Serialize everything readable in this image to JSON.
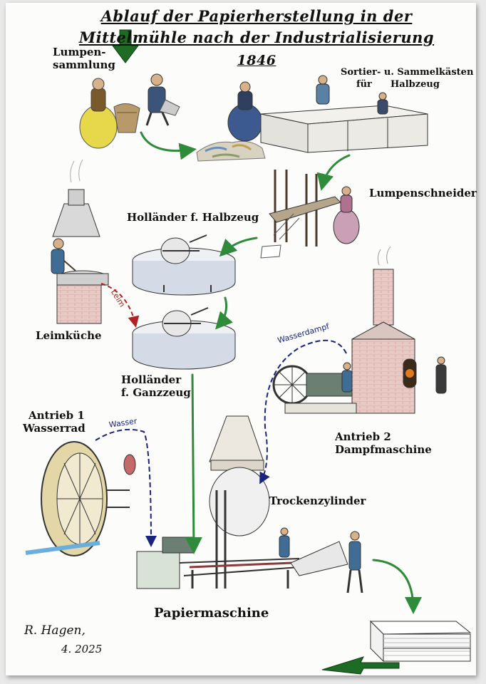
{
  "title": {
    "line1": "Ablauf der Papierherstellung in der",
    "line2": "Mittelmühle nach der Industrialisierung",
    "year": "1846"
  },
  "stations": {
    "lumpensammlung_1": "Lumpen-",
    "lumpensammlung_2": "sammlung",
    "sortier_1": "Sortier- u. Sammelkästen",
    "sortier_2": "für",
    "sortier_3": "Halbzeug",
    "lumpenschneider": "Lumpenschneider",
    "hollaender_halbzeug": "Holländer f. Halbzeug",
    "leimkueche": "Leimküche",
    "hollaender_ganzzeug_1": "Holländer",
    "hollaender_ganzzeug_2": "f. Ganzzeug",
    "antrieb1_1": "Antrieb 1",
    "antrieb1_2": "Wasserrad",
    "antrieb2_1": "Antrieb 2",
    "antrieb2_2": "Dampfmaschine",
    "trockenzylinder": "Trockenzylinder",
    "papiermaschine": "Papiermaschine"
  },
  "flow_labels": {
    "leim": "Leim",
    "wasserdampf": "Wasserdampf",
    "wasser": "Wasser"
  },
  "signature": {
    "name": "R. Hagen,",
    "date": "4. 2025"
  },
  "colors": {
    "main_flow_arrow": "#2e8b3a",
    "leim_arrow": "#b22222",
    "water_steam_arrow": "#1a237e",
    "ink": "#111111"
  }
}
